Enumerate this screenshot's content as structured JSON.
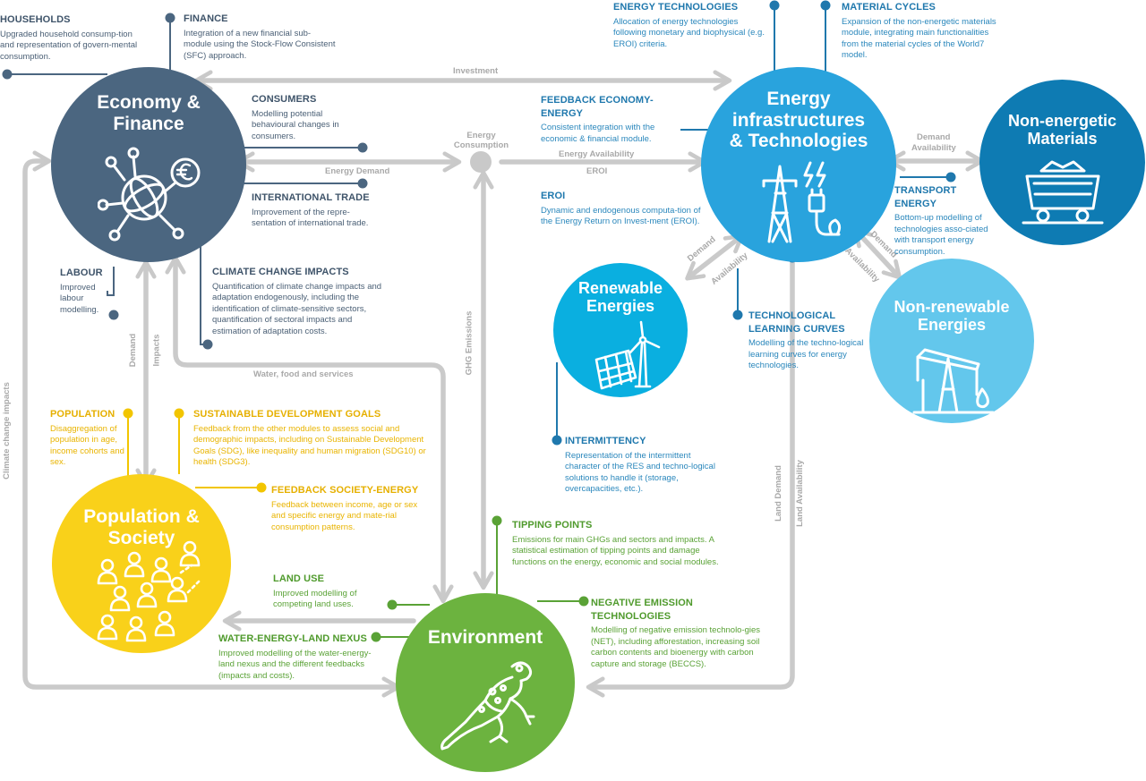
{
  "modules": {
    "economy": {
      "line1": "Economy &",
      "line2": "Finance"
    },
    "energy": {
      "line1": "Energy",
      "line2": "infrastructures",
      "line3": "& Technologies"
    },
    "materials": {
      "line1": "Non-energetic",
      "line2": "Materials"
    },
    "renewable": {
      "line1": "Renewable",
      "line2": "Energies"
    },
    "nonrenewable": {
      "line1": "Non-renewable",
      "line2": "Energies"
    },
    "population": {
      "line1": "Population &",
      "line2": "Society"
    },
    "environment": {
      "line1": "Environment"
    }
  },
  "notes": {
    "households": {
      "title": "HOUSEHOLDS",
      "body": "Upgraded household consump-tion and representation of govern-mental consumption."
    },
    "finance": {
      "title": "FINANCE",
      "body": "Integration of a new financial sub-module using the Stock-Flow Consistent (SFC) approach."
    },
    "consumers": {
      "title": "CONSUMERS",
      "body": "Modelling potential behavioural changes in consumers."
    },
    "trade": {
      "title": "INTERNATIONAL TRADE",
      "body": "Improvement of the repre-sentation of international trade."
    },
    "labour": {
      "title": "LABOUR",
      "body": "Improved labour modelling."
    },
    "climate": {
      "title": "CLIMATE CHANGE IMPACTS",
      "body": "Quantification of climate change impacts and adaptation endogenously, including the identification of climate-sensitive sectors, quantification of sectoral impacts and estimation of adaptation costs."
    },
    "energy_tech": {
      "title": "ENERGY TECHNOLOGIES",
      "body": "Allocation of energy technologies following monetary and biophysical (e.g. EROI) criteria."
    },
    "material_cycles": {
      "title": "MATERIAL CYCLES",
      "body": "Expansion of the non-energetic materials module, integrating main functionalities from the material cycles of the World7 model."
    },
    "feedback_ee": {
      "title": "FEEDBACK ECONOMY-ENERGY",
      "body": "Consistent integration with the economic & financial module."
    },
    "eroi": {
      "title": "EROI",
      "body": "Dynamic and endogenous computa-tion of the Energy Return on Invest-ment (EROI)."
    },
    "transport": {
      "title": "TRANSPORT ENERGY",
      "body": "Bottom-up modelling of technologies asso-ciated with transport energy consumption."
    },
    "learning": {
      "title": "TECHNOLOGICAL LEARNING CURVES",
      "body": "Modelling of the techno-logical learning curves for energy technologies."
    },
    "intermittency": {
      "title": "INTERMITTENCY",
      "body": "Representation of the intermittent character of the RES and techno-logical solutions to handle it (storage, overcapacities, etc.)."
    },
    "population": {
      "title": "POPULATION",
      "body": "Disaggregation of population in age, income cohorts and sex."
    },
    "sdg": {
      "title": "SUSTAINABLE DEVELOPMENT GOALS",
      "body": "Feedback from the other modules to assess social and demographic impacts, including on Sustainable Development Goals (SDG), like inequality and human migration (SDG10) or health (SDG3)."
    },
    "feedback_se": {
      "title": "FEEDBACK SOCIETY-ENERGY",
      "body": "Feedback between income, age or sex and specific energy and mate-rial consumption patterns."
    },
    "tipping": {
      "title": "TIPPING POINTS",
      "body": "Emissions for main GHGs and sectors and impacts. A statistical estimation of tipping points and damage functions on the energy, economic and social modules."
    },
    "land_use": {
      "title": "LAND USE",
      "body": "Improved modelling of competing land uses."
    },
    "net": {
      "title": "NEGATIVE EMISSION TECHNOLOGIES",
      "body": "Modelling of negative emission technolo-gies (NET), including afforestation, increasing soil carbon contents and bioenergy with carbon capture and storage (BECCS)."
    },
    "wel_nexus": {
      "title": "WATER-ENERGY-LAND NEXUS",
      "body": "Improved modelling of the water-energy-land nexus and the different feedbacks (impacts and costs)."
    }
  },
  "flows": {
    "investment": "Investment",
    "energy_consumption": "Energy Consumption",
    "energy_demand": "Energy Demand",
    "energy_availability": "Energy Availability",
    "eroi": "EROI",
    "demand_availability_mat_1": "Demand",
    "demand_availability_mat_2": "Availability",
    "demand_ren": "Demand",
    "availability_ren": "Availability",
    "demand_nonren": "Demand",
    "availability_nonren": "Availability",
    "demand_pop": "Demand",
    "impacts_pop": "Impacts",
    "ghg": "GHG Emissions",
    "water_food": "Water, food and services",
    "climate_impacts": "Climate change impacts",
    "land_demand": "Land Demand",
    "land_availability": "Land Availability"
  },
  "colors": {
    "economy": "#4b6680",
    "energy": "#29a3dd",
    "materials": "#0e7bb3",
    "renewable": "#0aafe0",
    "nonrenewable": "#63c7ec",
    "population": "#f9d11a",
    "environment": "#6cb33f",
    "flow": "#c9c9c9"
  },
  "icons": {
    "economy": "globe-network-euro-icon",
    "energy": "power-pylon-plug-icon",
    "materials": "mine-cart-icon",
    "renewable": "solar-panel-wind-turbine-icon",
    "nonrenewable": "oil-pumpjack-icon",
    "population": "crowd-icon",
    "environment": "frog-icon"
  }
}
